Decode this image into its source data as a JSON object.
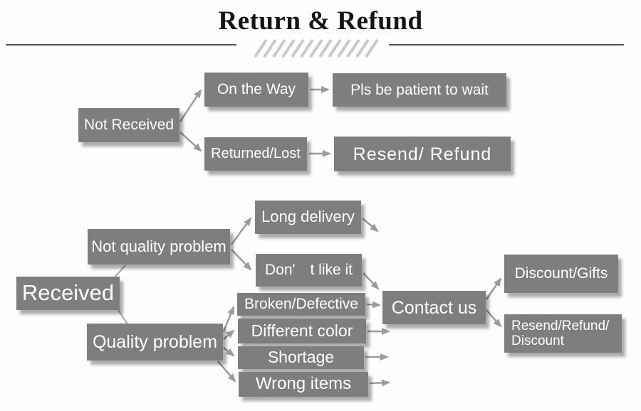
{
  "title": "Return & Refund",
  "colors": {
    "node_bg": "#7e7e7e",
    "node_text": "#ffffff",
    "arrow": "#9b9b9b",
    "title_color": "#141414",
    "divider": "#555555",
    "hatch": "#c9c9c9"
  },
  "nodes": {
    "not_received": "Not Received",
    "on_the_way": "On the Way",
    "pls_be_patient": "Pls be patient to wait",
    "returned_lost": "Returned/Lost",
    "resend_refund": "Resend/ Refund",
    "received": "Received",
    "not_quality_problem": "Not quality problem",
    "long_delivery": "Long delivery",
    "dont_like_it": "Don'　t like it",
    "quality_problem": "Quality problem",
    "broken_defective": "Broken/Defective",
    "different_color": "Different color",
    "shortage": "Shortage",
    "wrong_items": "Wrong items",
    "contact_us": "Contact us",
    "discount_gifts": "Discount/Gifts",
    "resend_refund_discount": "Resend/Refund/\nDiscount"
  },
  "edges": [
    {
      "from": "Not Received",
      "to": "On the Way"
    },
    {
      "from": "Not Received",
      "to": "Returned/Lost"
    },
    {
      "from": "On the Way",
      "to": "Pls be patient to wait"
    },
    {
      "from": "Returned/Lost",
      "to": "Resend/ Refund"
    },
    {
      "from": "Received",
      "to": "Not quality problem"
    },
    {
      "from": "Received",
      "to": "Quality problem"
    },
    {
      "from": "Not quality problem",
      "to": "Long delivery"
    },
    {
      "from": "Not quality problem",
      "to": "Don't like it"
    },
    {
      "from": "Long delivery",
      "to": "Contact us"
    },
    {
      "from": "Don't like it",
      "to": "Contact us"
    },
    {
      "from": "Quality problem",
      "to": "Broken/Defective"
    },
    {
      "from": "Quality problem",
      "to": "Different color"
    },
    {
      "from": "Quality problem",
      "to": "Shortage"
    },
    {
      "from": "Quality problem",
      "to": "Wrong items"
    },
    {
      "from": "Broken/Defective",
      "to": "Contact us"
    },
    {
      "from": "Different color",
      "to": "Contact us"
    },
    {
      "from": "Shortage",
      "to": "Contact us"
    },
    {
      "from": "Wrong items",
      "to": "Contact us"
    },
    {
      "from": "Contact us",
      "to": "Discount/Gifts"
    },
    {
      "from": "Contact us",
      "to": "Resend/Refund/Discount"
    }
  ]
}
